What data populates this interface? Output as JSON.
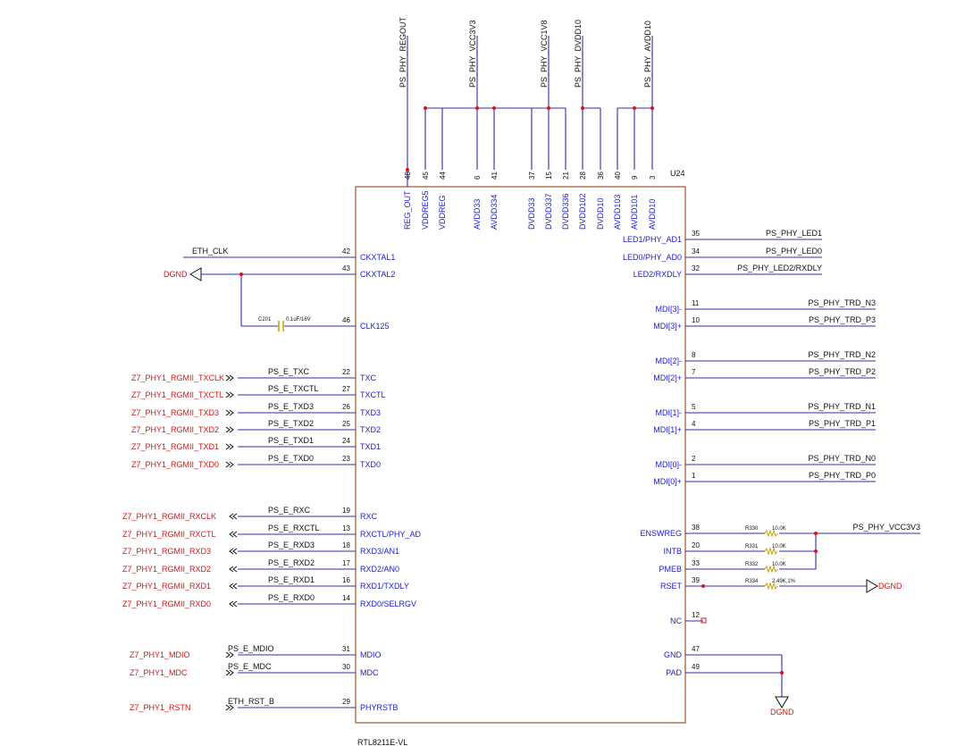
{
  "part": {
    "refdes": "U24",
    "value": "RTL8211E-VL"
  },
  "top_nets": [
    {
      "label": "PS_PHY_REGOUT"
    },
    {
      "label": "PS_PHY_VCC3V3"
    },
    {
      "label": "PS_PHY_VCC1V8"
    },
    {
      "label": "PS_PHY_DVDD10"
    },
    {
      "label": "PS_PHY_AVDD10"
    }
  ],
  "top_pins": [
    {
      "num": "48",
      "name": "REG_OUT"
    },
    {
      "num": "45",
      "name": "VDDREG5"
    },
    {
      "num": "44",
      "name": "VDDREG"
    },
    {
      "num": "6",
      "name": "AVDD33"
    },
    {
      "num": "41",
      "name": "AVDD334"
    },
    {
      "num": "37",
      "name": "DVDD33"
    },
    {
      "num": "15",
      "name": "DVDD337"
    },
    {
      "num": "21",
      "name": "DVDD336"
    },
    {
      "num": "28",
      "name": "DVDD102"
    },
    {
      "num": "36",
      "name": "DVDD10"
    },
    {
      "num": "40",
      "name": "AVDD103"
    },
    {
      "num": "9",
      "name": "AVDD101"
    },
    {
      "num": "3",
      "name": "AVDD10"
    }
  ],
  "left_pins": [
    {
      "num": "42",
      "name": "CKXTAL1",
      "net": "ETH_CLK",
      "port": ""
    },
    {
      "num": "43",
      "name": "CKXTAL2",
      "net": "",
      "port": ""
    },
    {
      "num": "46",
      "name": "CLK125",
      "net": "",
      "port": ""
    },
    {
      "num": "22",
      "name": "TXC",
      "net": "PS_E_TXC",
      "port": "Z7_PHY1_RGMII_TXCLK"
    },
    {
      "num": "27",
      "name": "TXCTL",
      "net": "PS_E_TXCTL",
      "port": "Z7_PHY1_RGMII_TXCTL"
    },
    {
      "num": "26",
      "name": "TXD3",
      "net": "PS_E_TXD3",
      "port": "Z7_PHY1_RGMII_TXD3"
    },
    {
      "num": "25",
      "name": "TXD2",
      "net": "PS_E_TXD2",
      "port": "Z7_PHY1_RGMII_TXD2"
    },
    {
      "num": "24",
      "name": "TXD1",
      "net": "PS_E_TXD1",
      "port": "Z7_PHY1_RGMII_TXD1"
    },
    {
      "num": "23",
      "name": "TXD0",
      "net": "PS_E_TXD0",
      "port": "Z7_PHY1_RGMII_TXD0"
    },
    {
      "num": "19",
      "name": "RXC",
      "net": "PS_E_RXC",
      "port": "Z7_PHY1_RGMII_RXCLK"
    },
    {
      "num": "13",
      "name": "RXCTL/PHY_AD",
      "net": "PS_E_RXCTL",
      "port": "Z7_PHY1_RGMII_RXCTL"
    },
    {
      "num": "18",
      "name": "RXD3/AN1",
      "net": "PS_E_RXD3",
      "port": "Z7_PHY1_RGMII_RXD3"
    },
    {
      "num": "17",
      "name": "RXD2/AN0",
      "net": "PS_E_RXD2",
      "port": "Z7_PHY1_RGMII_RXD2"
    },
    {
      "num": "16",
      "name": "RXD1/TXDLY",
      "net": "PS_E_RXD1",
      "port": "Z7_PHY1_RGMII_RXD1"
    },
    {
      "num": "14",
      "name": "RXD0/SELRGV",
      "net": "PS_E_RXD0",
      "port": "Z7_PHY1_RGMII_RXD0"
    },
    {
      "num": "31",
      "name": "MDIO",
      "net": "PS_E_MDIO",
      "port": "Z7_PHY1_MDIO"
    },
    {
      "num": "30",
      "name": "MDC",
      "net": "PS_E_MDC",
      "port": "Z7_PHY1_MDC"
    },
    {
      "num": "29",
      "name": "PHYRSTB",
      "net": "ETH_RST_B",
      "port": "Z7_PHY1_RSTN"
    }
  ],
  "right_pins": [
    {
      "num": "35",
      "name": "LED1/PHY_AD1",
      "net": "PS_PHY_LED1"
    },
    {
      "num": "34",
      "name": "LED0/PHY_AD0",
      "net": "PS_PHY_LED0"
    },
    {
      "num": "32",
      "name": "LED2/RXDLY",
      "net": "PS_PHY_LED2/RXDLY"
    },
    {
      "num": "11",
      "name": "MDI[3]-",
      "net": "PS_PHY_TRD_N3"
    },
    {
      "num": "10",
      "name": "MDI[3]+",
      "net": "PS_PHY_TRD_P3"
    },
    {
      "num": "8",
      "name": "MDI[2]-",
      "net": "PS_PHY_TRD_N2"
    },
    {
      "num": "7",
      "name": "MDI[2]+",
      "net": "PS_PHY_TRD_P2"
    },
    {
      "num": "5",
      "name": "MDI[1]-",
      "net": "PS_PHY_TRD_N1"
    },
    {
      "num": "4",
      "name": "MDI[1]+",
      "net": "PS_PHY_TRD_P1"
    },
    {
      "num": "2",
      "name": "MDI[0]-",
      "net": "PS_PHY_TRD_N0"
    },
    {
      "num": "1",
      "name": "MDI[0]+",
      "net": "PS_PHY_TRD_P0"
    },
    {
      "num": "38",
      "name": "ENSWREG",
      "net": "PS_PHY_VCC3V3"
    },
    {
      "num": "20",
      "name": "INTB",
      "net": ""
    },
    {
      "num": "33",
      "name": "PMEB",
      "net": ""
    },
    {
      "num": "39",
      "name": "RSET",
      "net": ""
    },
    {
      "num": "12",
      "name": "NC",
      "net": ""
    },
    {
      "num": "47",
      "name": "GND",
      "net": ""
    },
    {
      "num": "49",
      "name": "PAD",
      "net": ""
    }
  ],
  "capacitor": {
    "ref": "C201",
    "value": "0.1uF/16V"
  },
  "resistors": [
    {
      "ref": "R330",
      "value": "10.0K"
    },
    {
      "ref": "R331",
      "value": "10.0K"
    },
    {
      "ref": "R332",
      "value": "10.0K"
    },
    {
      "ref": "R334",
      "value": "2.49K,1%"
    }
  ],
  "ground_labels": {
    "left": "DGND",
    "rset": "DGND",
    "bottom": "DGND"
  },
  "colors": {
    "wire": "#3a2aa8",
    "port": "#d01818",
    "pin_name": "#1d1dcc",
    "body": "#a0522d",
    "junction": "#e01010"
  }
}
